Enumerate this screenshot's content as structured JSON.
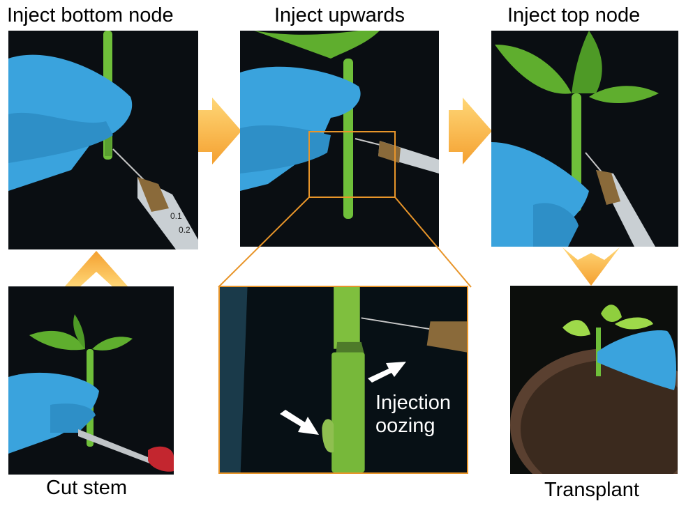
{
  "labels": {
    "inject_bottom": "Inject bottom node",
    "inject_upwards": "Inject upwards",
    "inject_top": "Inject top node",
    "cut_stem": "Cut stem",
    "transplant": "Transplant",
    "injection_line1": "Injection",
    "injection_line2": "oozing"
  },
  "colors": {
    "background_photo": "#0a0e12",
    "glove": "#3aa3dd",
    "stem": "#6fbf3a",
    "leaf": "#5fae2e",
    "arrow_top": "#ffcc55",
    "arrow_bottom": "#f4a030",
    "zoom_border": "#e8952a",
    "soil": "#3b2a1e"
  },
  "icons": [
    "flow-arrow-icon",
    "pointer-arrow-icon"
  ]
}
